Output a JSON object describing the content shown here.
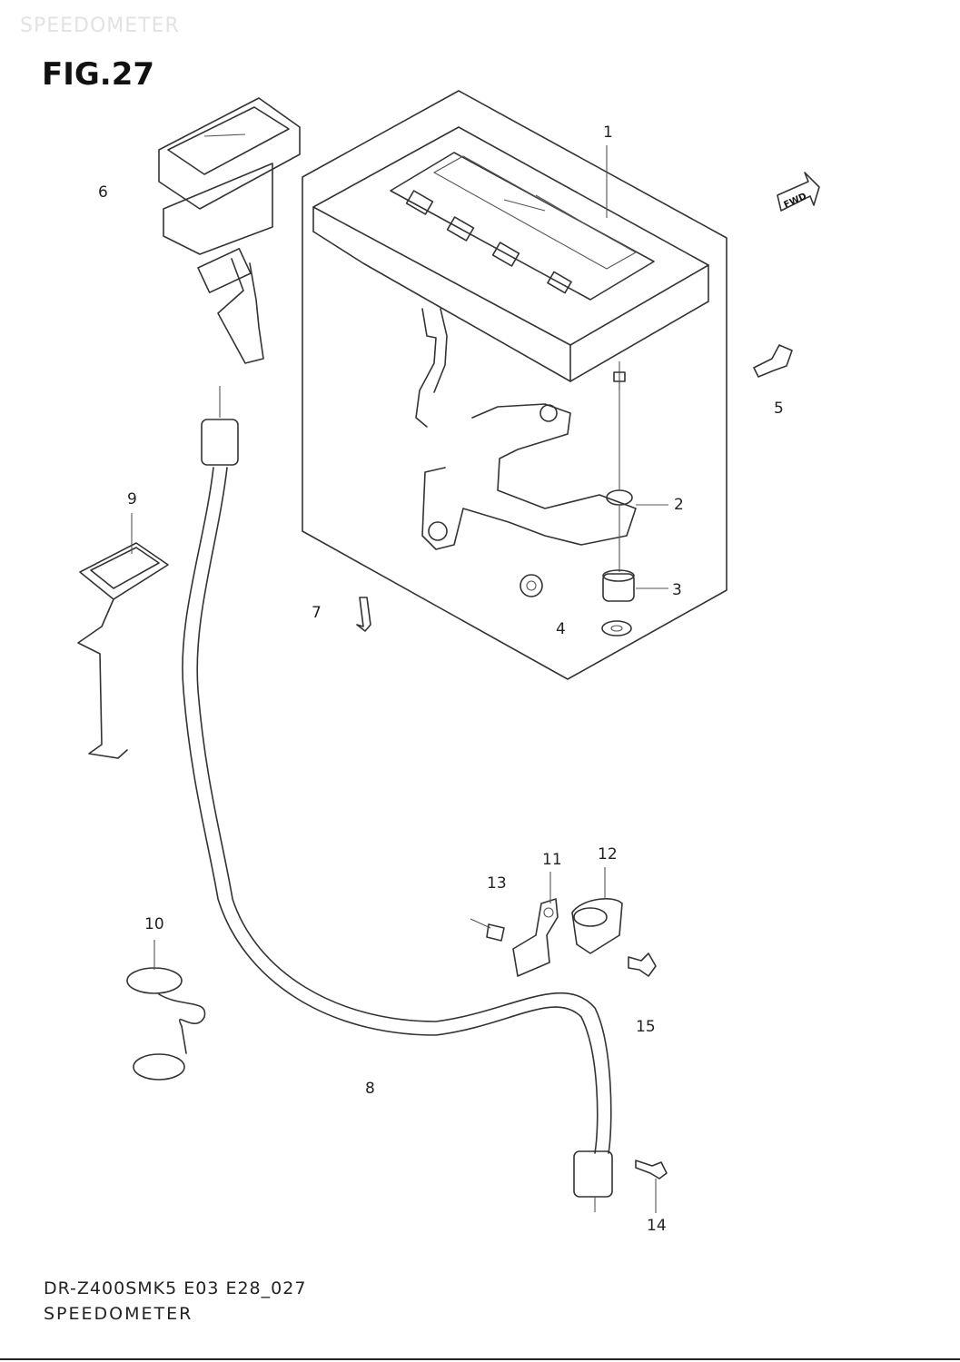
{
  "header": {
    "watermark": "SPEEDOMETER",
    "figure_title": "FIG.27"
  },
  "diagram": {
    "fwd_label": "FWD",
    "callouts": [
      "1",
      "2",
      "3",
      "4",
      "5",
      "6",
      "7",
      "8",
      "9",
      "10",
      "11",
      "12",
      "13",
      "14",
      "15"
    ]
  },
  "footer": {
    "code": "DR-Z400SMK5 E03 E28_027",
    "caption": "SPEEDOMETER"
  }
}
